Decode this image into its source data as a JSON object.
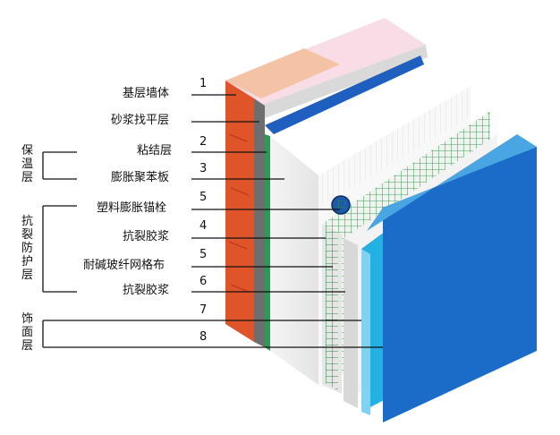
{
  "labels": {
    "base_wall": "基层墙体",
    "mortar_leveling": "砂浆找平层",
    "adhesive_layer": "粘结层",
    "eps_board": "膨胀聚苯板",
    "plastic_anchor": "塑料膨胀锚栓",
    "crack_mortar_1": "抗裂胶浆",
    "fiberglass_mesh": "耐碱玻纤网格布",
    "crack_mortar_2": "抗裂胶浆"
  },
  "numbers": {
    "base_wall": "1",
    "adhesive_layer": "2",
    "eps_board": "3",
    "plastic_anchor": "5",
    "crack_mortar_1": "4",
    "fiberglass_mesh": "5",
    "crack_mortar_2": "6",
    "finish_7": "7",
    "finish_8": "8"
  },
  "groups": {
    "insulation": "保温层",
    "crack_protection": "抗裂防护层",
    "finish": "饰面层"
  },
  "colors": {
    "brick": "#e0542a",
    "brick_top": "#f4c3a5",
    "pink_top": "#f8dde7",
    "mortar": "#6e6e6e",
    "adhesive": "#2b9a54",
    "eps": "#eeeeee",
    "mesh": "#2b8a45",
    "blue_edge": "#1f5fbf",
    "cyan_panel": "#23b0e2",
    "blue_panel": "#1b6cc8"
  }
}
